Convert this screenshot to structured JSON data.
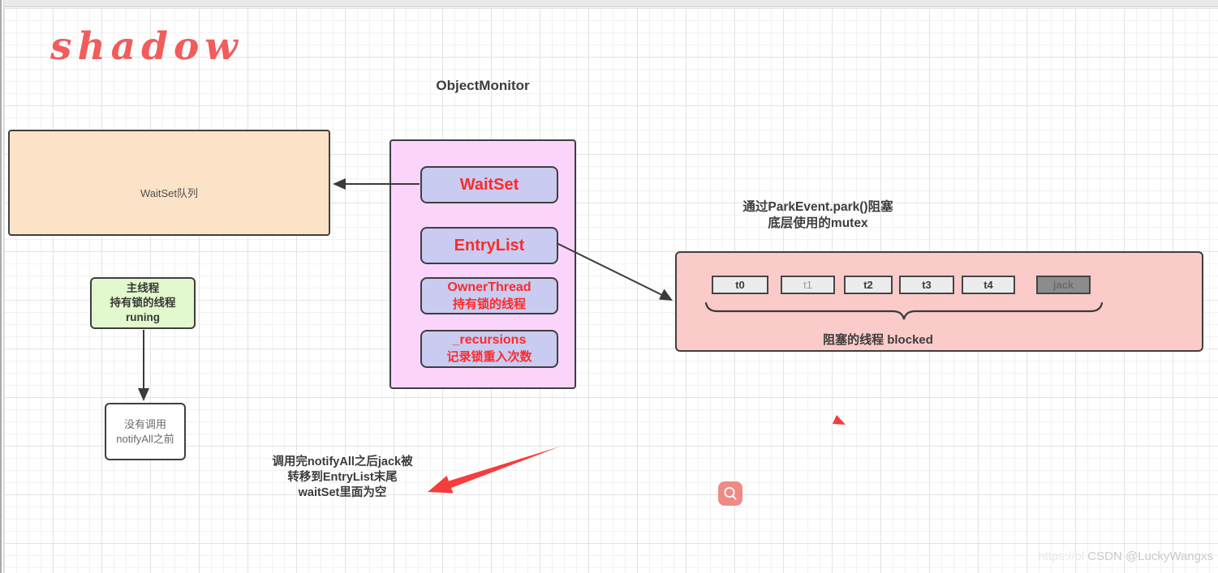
{
  "page": {
    "logo": "shadow",
    "title": "ObjectMonitor",
    "watermark_faint": "https://bl",
    "watermark": "CSDN @LuckyWangxs"
  },
  "colors": {
    "field_text_red": "#fb2b2b",
    "monitor_pink": "#fbd4fb",
    "field_lavender": "#c9cbf1",
    "waitset_orange": "#fce3c7",
    "blocked_salmon": "#facbc9",
    "thread_gray": "#ececec",
    "thread_jack_dark": "#8c8c8c",
    "main_thread_green": "#e2f8cd",
    "annotation_arrow_red": "#f73c3c",
    "logo_red": "#f15c5c"
  },
  "waitset_queue": {
    "label": "WaitSet队列"
  },
  "monitor": {
    "fields": [
      {
        "label": "WaitSet"
      },
      {
        "label": "EntryList"
      },
      {
        "label": "OwnerThread",
        "sub": "持有锁的线程"
      },
      {
        "label": "_recursions",
        "sub": "记录锁重入次数"
      }
    ]
  },
  "park_note": {
    "line1": "通过ParkEvent.park()阻塞",
    "line2": "底层使用的mutex"
  },
  "blocked": {
    "threads": [
      {
        "label": "t0"
      },
      {
        "label": "t1"
      },
      {
        "label": "t2"
      },
      {
        "label": "t3"
      },
      {
        "label": "t4"
      },
      {
        "label": "jack"
      }
    ],
    "caption": "阻塞的线程 blocked"
  },
  "main_thread": {
    "line1": "主线程",
    "line2": "持有锁的线程",
    "line3": "runing"
  },
  "before_notify": {
    "line1": "没有调用",
    "line2": "notifyAll之前"
  },
  "notify_note": {
    "line1": "调用完notifyAll之后jack被",
    "line2": "转移到EntryList末尾",
    "line3": "waitSet里面为空"
  },
  "icons": {
    "magnifier": "search-icon",
    "red_arrow": "annotation-arrow-icon",
    "red_triangle": "annotation-triangle-icon"
  }
}
